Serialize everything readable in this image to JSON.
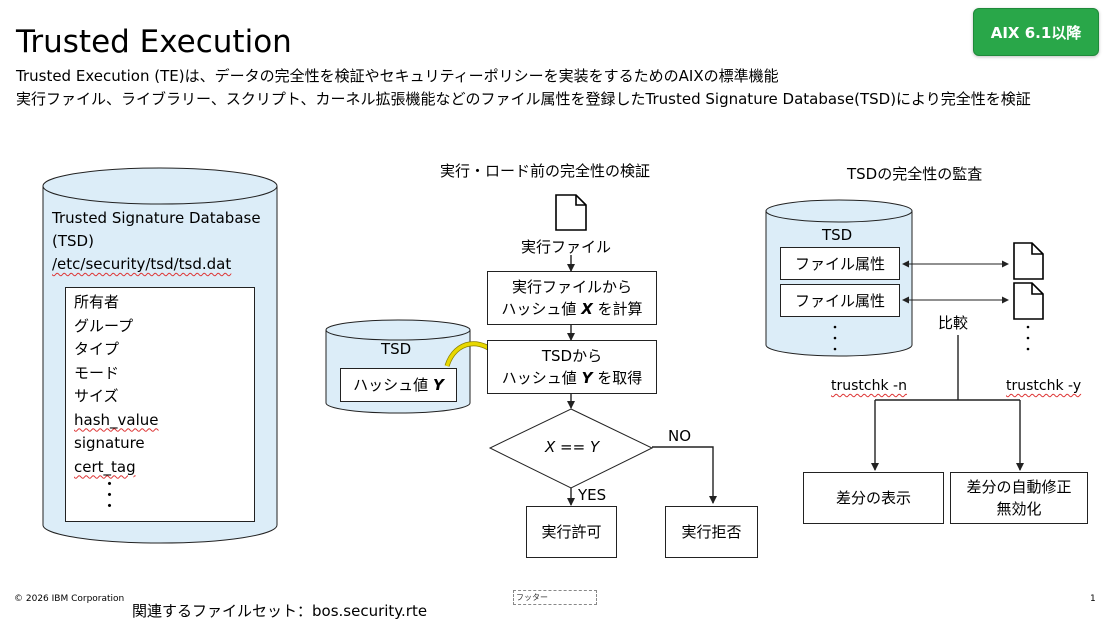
{
  "slide": {
    "title": "Trusted Execution",
    "badge": "AIX 6.1以降",
    "desc_line1": "Trusted Execution (TE)は、データの完全性を検証やセキュリティーポリシーを実装をするためのAIXの標準機能",
    "desc_line2": "実行ファイル、ライブラリー、スクリプト、カーネル拡張機能などのファイル属性を登録したTrusted Signature Database(TSD)により完全性を検証"
  },
  "tsd_db": {
    "line1": "Trusted Signature Database",
    "line2": "(TSD)",
    "path": "/etc/security/tsd/tsd.dat",
    "attributes": [
      "所有者",
      "グループ",
      "タイプ",
      "モード",
      "サイズ",
      "hash_value",
      "signature",
      "cert_tag"
    ],
    "more": "・"
  },
  "flow": {
    "heading": "実行・ロード前の完全性の検証",
    "file_label": "実行ファイル",
    "step1_line1": "実行ファイルから",
    "step1_prefix": "ハッシュ値 ",
    "step1_var": "X",
    "step1_suffix": " を計算",
    "tsd_label": "TSD",
    "tsd_hash_prefix": "ハッシュ値 ",
    "tsd_hash_var": "Y",
    "step2_line1": "TSDから",
    "step2_prefix": "ハッシュ値 ",
    "step2_var": "Y",
    "step2_suffix": " を取得",
    "decision_var_x": "X",
    "decision_op": " == ",
    "decision_var_y": "Y",
    "yes": "YES",
    "no": "NO",
    "allow": "実行許可",
    "deny": "実行拒否"
  },
  "audit": {
    "heading": "TSDの完全性の監査",
    "tsd_label": "TSD",
    "attr1": "ファイル属性",
    "attr2": "ファイル属性",
    "compare": "比較",
    "cmd_n": "trustchk -n",
    "cmd_y": "trustchk -y",
    "show_diff": "差分の表示",
    "fix_line1": "差分の自動修正",
    "fix_line2": "無効化"
  },
  "footer": {
    "copyright": "© 2026 IBM Corporation",
    "placeholder": "フッター",
    "page": "1",
    "fileset": "関連するファイルセット：bos.security.rte"
  },
  "colors": {
    "cylinder_fill": "#dcedf8",
    "badge": "#29a749",
    "arrow_yellow": "#e8d800"
  }
}
